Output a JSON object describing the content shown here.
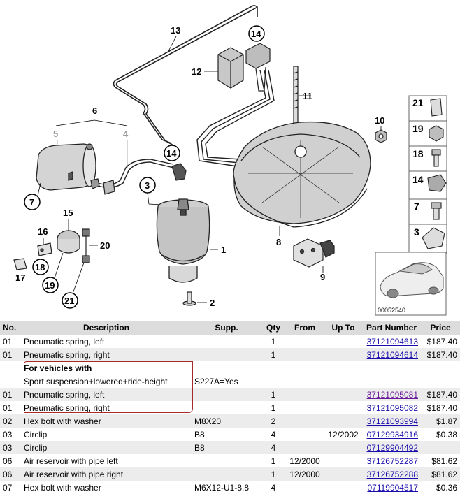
{
  "diagram": {
    "callouts": {
      "c1": "1",
      "c2": "2",
      "c3": "3",
      "c4": "4",
      "c5": "5",
      "c6": "6",
      "c7": "7",
      "c8": "8",
      "c9": "9",
      "c10": "10",
      "c11": "11",
      "c12": "12",
      "c13": "13",
      "c14a": "14",
      "c14b": "14",
      "c15": "15",
      "c16": "16",
      "c17": "17",
      "c18": "18",
      "c19": "19",
      "c20": "20",
      "c21": "21"
    },
    "sidebar_numbers": [
      "21",
      "19",
      "18",
      "14",
      "7",
      "3"
    ],
    "image_code": "00052540"
  },
  "table": {
    "headers": {
      "no": "No.",
      "description": "Description",
      "supp": "Supp.",
      "qty": "Qty",
      "from": "From",
      "upto": "Up To",
      "part": "Part Number",
      "price": "Price"
    },
    "rows": [
      {
        "no": "01",
        "description": "Pneumatic spring, left",
        "supp": "",
        "qty": "1",
        "from": "",
        "upto": "",
        "part": "37121094613",
        "price": "$187.40"
      },
      {
        "no": "01",
        "description": "Pneumatic spring, right",
        "supp": "",
        "qty": "1",
        "from": "",
        "upto": "",
        "part": "37121094614",
        "price": "$187.40"
      },
      {
        "no": "",
        "description": "For vehicles with",
        "supp": "",
        "qty": "",
        "from": "",
        "upto": "",
        "part": "",
        "price": ""
      },
      {
        "no": "",
        "description": "Sport suspension+lowered+ride-height",
        "supp": "S227A=Yes",
        "qty": "",
        "from": "",
        "upto": "",
        "part": "",
        "price": ""
      },
      {
        "no": "01",
        "description": "Pneumatic spring, left",
        "supp": "",
        "qty": "1",
        "from": "",
        "upto": "",
        "part": "37121095081",
        "price": "$187.40"
      },
      {
        "no": "01",
        "description": "Pneumatic spring, right",
        "supp": "",
        "qty": "1",
        "from": "",
        "upto": "",
        "part": "37121095082",
        "price": "$187.40"
      },
      {
        "no": "02",
        "description": "Hex bolt with washer",
        "supp": "M8X20",
        "qty": "2",
        "from": "",
        "upto": "",
        "part": "37121093994",
        "price": "$1.87"
      },
      {
        "no": "03",
        "description": "Circlip",
        "supp": "B8",
        "qty": "4",
        "from": "",
        "upto": "12/2002",
        "part": "07129934916",
        "price": "$0.38"
      },
      {
        "no": "03",
        "description": "Circlip",
        "supp": "B8",
        "qty": "4",
        "from": "",
        "upto": "",
        "part": "07129904492",
        "price": ""
      },
      {
        "no": "06",
        "description": "Air reservoir with pipe left",
        "supp": "",
        "qty": "1",
        "from": "12/2000",
        "upto": "",
        "part": "37126752287",
        "price": "$81.62"
      },
      {
        "no": "06",
        "description": "Air reservoir with pipe right",
        "supp": "",
        "qty": "1",
        "from": "12/2000",
        "upto": "",
        "part": "37126752288",
        "price": "$81.62"
      },
      {
        "no": "07",
        "description": "Hex bolt with washer",
        "supp": "M6X12-U1-8.8",
        "qty": "4",
        "from": "",
        "upto": "",
        "part": "07119904517",
        "price": "$0.36"
      }
    ]
  },
  "colors": {
    "link": "#1a0dab",
    "visited_link": "#6a1b9a",
    "group_border": "#a52a2a",
    "header_bg": "#dcdcdc",
    "alt_row_bg": "#ececec"
  }
}
